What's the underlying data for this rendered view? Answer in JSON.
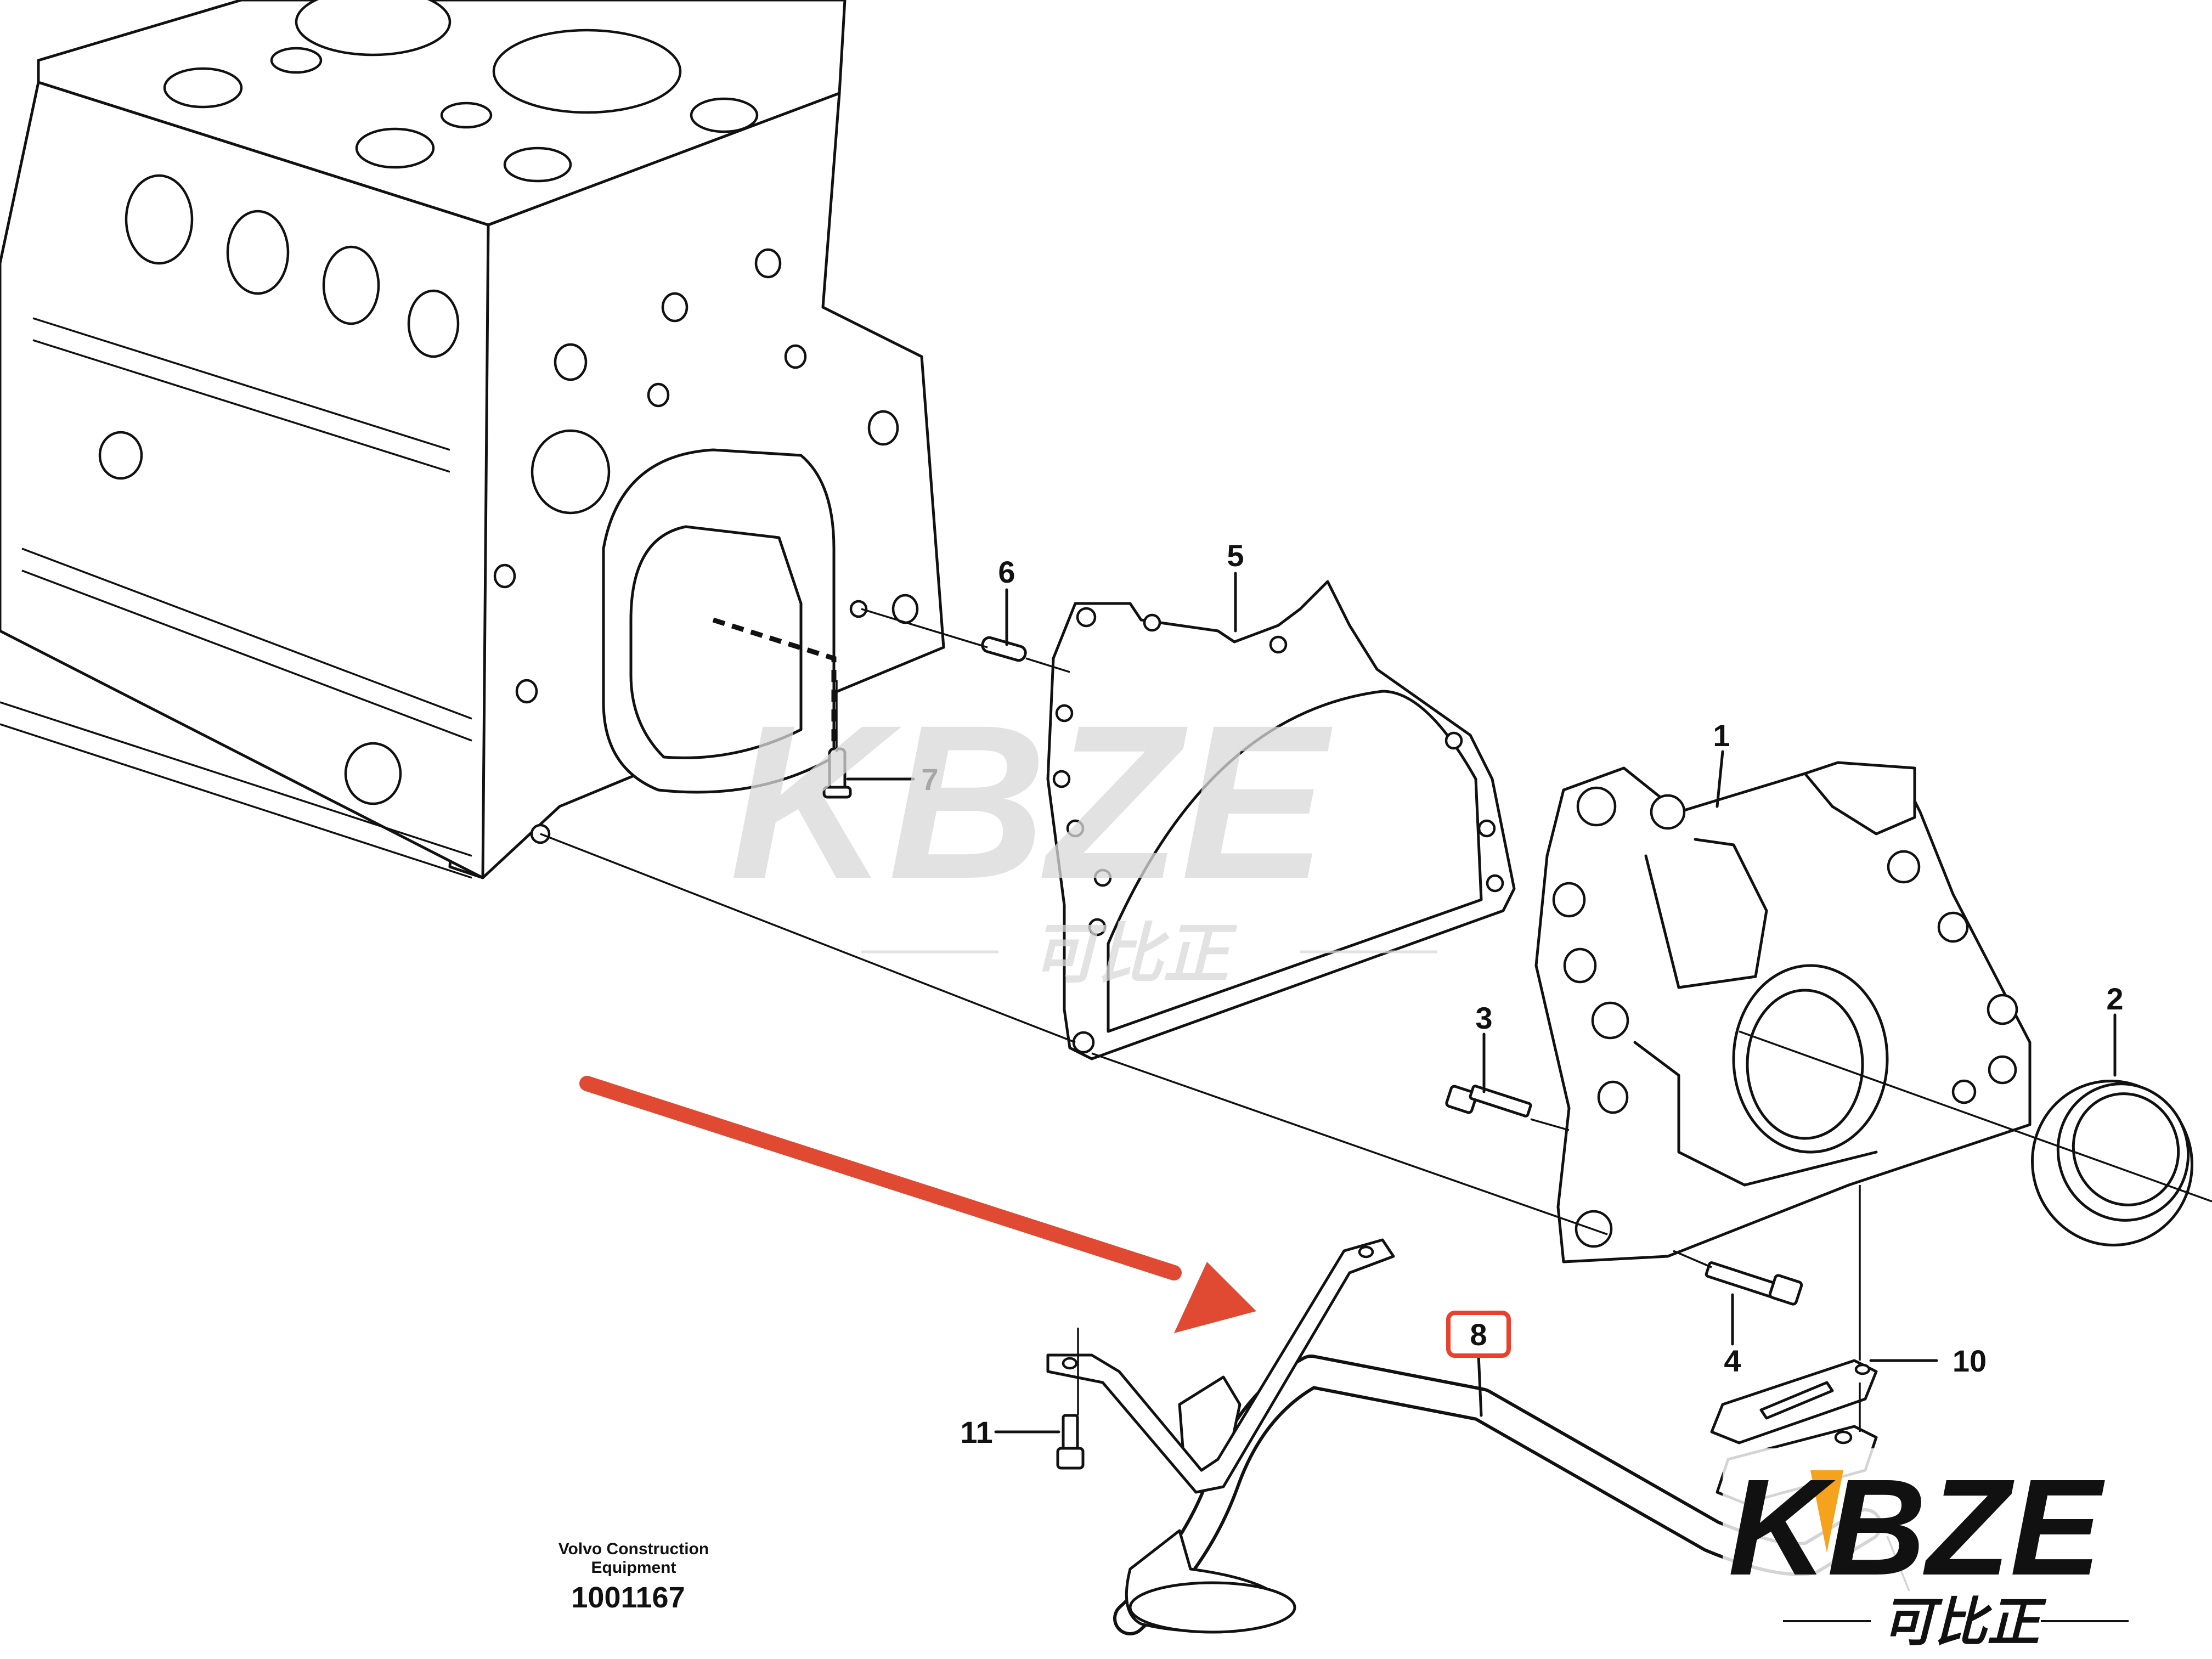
{
  "callouts": [
    {
      "id": "1",
      "label": "1"
    },
    {
      "id": "2",
      "label": "2"
    },
    {
      "id": "3",
      "label": "3"
    },
    {
      "id": "4",
      "label": "4"
    },
    {
      "id": "5",
      "label": "5"
    },
    {
      "id": "6",
      "label": "6"
    },
    {
      "id": "7",
      "label": "7"
    },
    {
      "id": "8",
      "label": "8",
      "highlighted": true
    },
    {
      "id": "10",
      "label": "10"
    },
    {
      "id": "11",
      "label": "11"
    }
  ],
  "credit": {
    "line1": "Volvo Construction",
    "line2": "Equipment",
    "drawing_number": "1001167"
  },
  "watermark": {
    "brand": "KBZE",
    "chinese": "可比正"
  },
  "colors": {
    "highlight": "#e8412c",
    "arrow": "#e04a33",
    "watermark_orange": "#f5a21c",
    "watermark_grey": "#d9d9d9",
    "line": "#111111"
  }
}
